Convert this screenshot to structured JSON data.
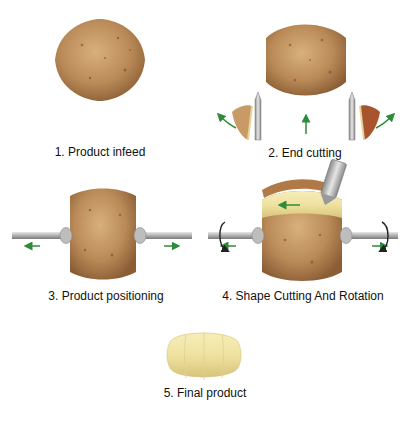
{
  "diagram": {
    "labels": [
      "1. Product infeed",
      "2. End cutting",
      "3. Product positioning",
      "4. Shape Cutting And Rotation",
      "5. Final product"
    ]
  }
}
